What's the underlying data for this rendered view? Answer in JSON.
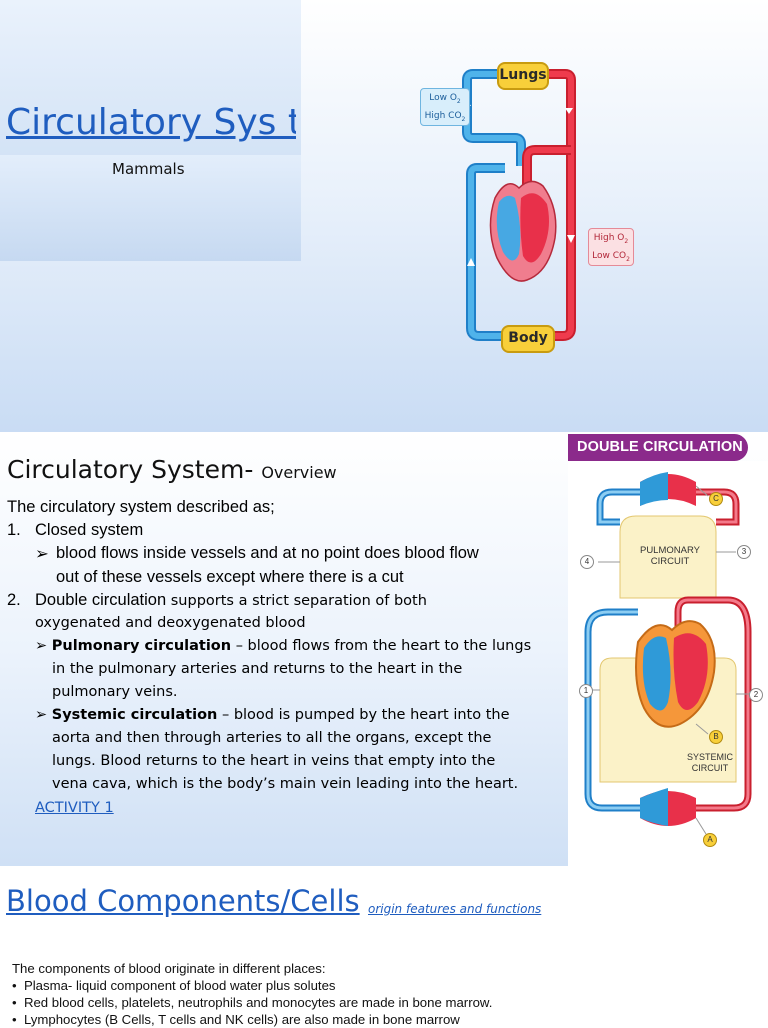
{
  "slide1": {
    "title": "Circulatory Sys tem",
    "subtitle": "Mammals",
    "diagram": {
      "lungs_label": "Lungs",
      "body_label": "Body",
      "low_o2_line1": "Low O",
      "low_o2_line2": "High CO",
      "high_o2_line1": "High O",
      "high_o2_line2": "Low CO"
    }
  },
  "slide2": {
    "heading": "Circulatory System-",
    "heading_small": "Overview",
    "intro": "The circulatory system described as;",
    "item1_num": "1.",
    "item1": "Closed system",
    "item1_bullet_line1": "blood flows inside vessels and at no point does blood flow",
    "item1_bullet_line2": "out of these vessels except where there is a cut",
    "item2_num": "2.",
    "item2_a": "Double circulation",
    "item2_b": "supports a strict separation of both",
    "item2_line2": "oxygenated and deoxygenated blood",
    "pulm_bold": "Pulmonary circulation",
    "pulm_line1": "– blood flows from the heart to the lungs",
    "pulm_line2": "in the pulmonary arteries and returns to the heart in the",
    "pulm_line3": "pulmonary veins.",
    "sys_bold": "Systemic circulation",
    "sys_line1": "– blood is pumped by the heart into the",
    "sys_line2": "aorta and then through arteries to all the organs, except the",
    "sys_line3": "lungs. Blood returns to the heart in veins that empty into the",
    "sys_line4": "vena cava, which is the body’s main vein leading into the heart.",
    "activity_link": "ACTIVITY 1",
    "double_circ": {
      "banner": "DOUBLE CIRCULATION",
      "pulmonary_line1": "PULMONARY",
      "pulmonary_line2": "CIRCUIT",
      "systemic_line1": "SYSTEMIC",
      "systemic_line2": "CIRCUIT",
      "marker_c": "C",
      "marker_b": "B",
      "marker_a": "A",
      "marker_1": "1",
      "marker_2": "2",
      "marker_3": "3",
      "marker_4": "4"
    }
  },
  "slide3": {
    "title": "Blood Components/Cells",
    "title_link": "origin features and functions",
    "intro": "The components of blood originate in different places:",
    "bullets": [
      "Plasma- liquid component of blood water plus solutes",
      "Red blood cells, platelets, neutrophils and monocytes are made in bone marrow.",
      "Lymphocytes (B Cells, T cells and NK cells) are also made in bone marrow"
    ]
  },
  "colors": {
    "title_blue": "#1f5dbf",
    "banner_purple": "#8b2a8b",
    "oxygenated_red": "#e8304a",
    "deoxygenated_blue": "#2f9ad8",
    "label_yellow": "#f8cf3a"
  }
}
